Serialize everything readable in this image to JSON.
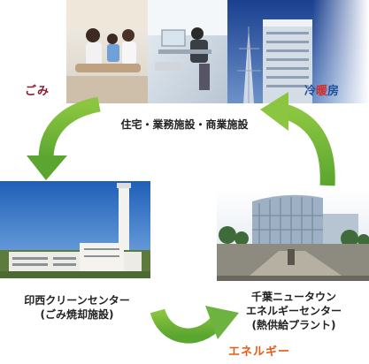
{
  "labels": {
    "gomi": "ごみ",
    "heat_cool": "冷",
    "heat_warm": "暖",
    "heat_room": "房",
    "center": "住宅・業務施設・商業施設",
    "left_line1": "印西クリーンセンター",
    "left_line2": "(ごみ焼却施設)",
    "right_line1": "千葉ニュータウン",
    "right_line2": "エネルギーセンター",
    "right_line3": "(熱供給プラント)",
    "energy": "エネルギー"
  },
  "colors": {
    "arrow_green": "#6cb33f",
    "gomi": "#8b1e2b",
    "cool": "#1f4e9c",
    "warm": "#d42a2a",
    "energy": "#e85a12"
  }
}
